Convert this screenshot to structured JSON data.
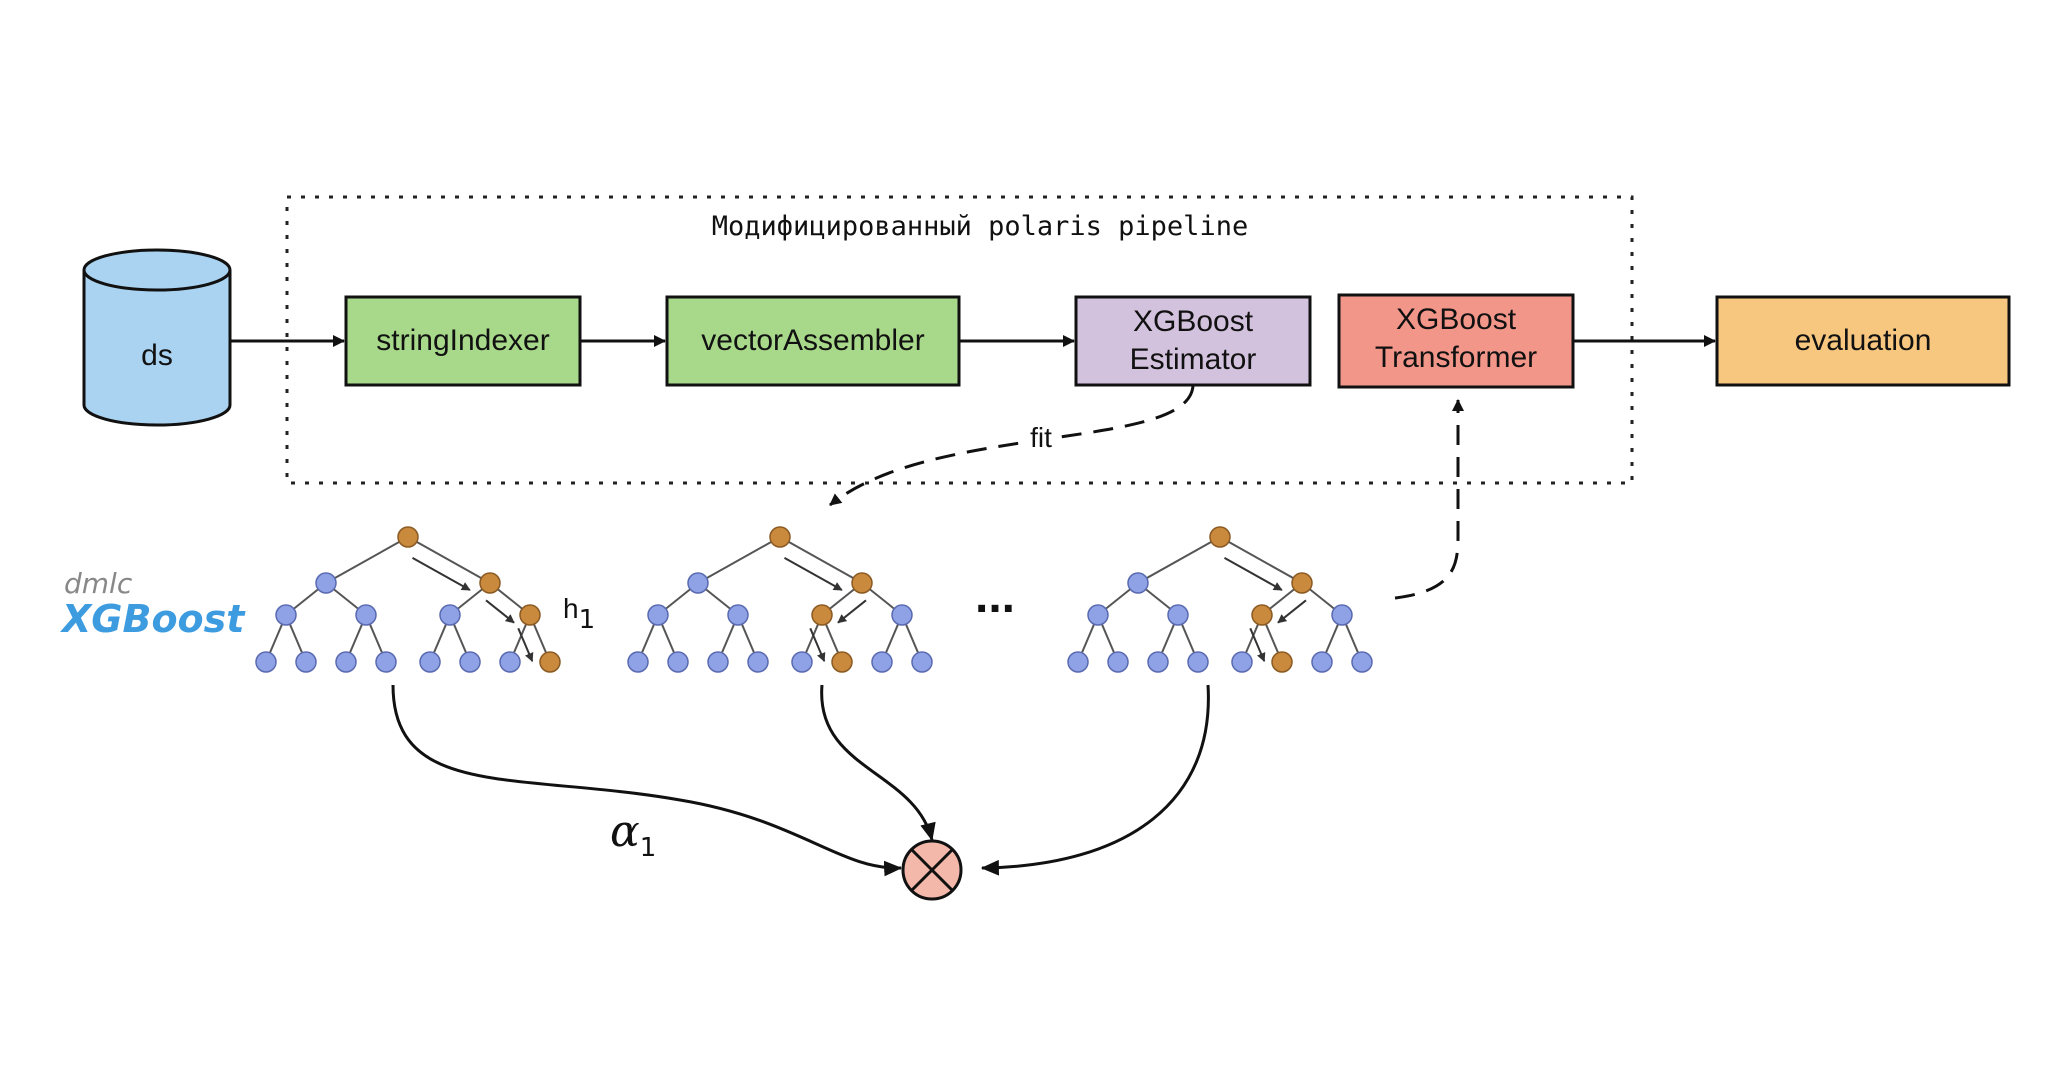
{
  "pipeline": {
    "title": "Модифицированный polaris pipeline"
  },
  "datasource": {
    "label": "ds",
    "color": "#a9d3f1"
  },
  "stages": [
    {
      "label": "stringIndexer",
      "color": "#a8d98a"
    },
    {
      "label": "vectorAssembler",
      "color": "#a8d98a"
    },
    {
      "label_line1": "XGBoost",
      "label_line2": "Estimator",
      "color": "#d3c2dd"
    },
    {
      "label_line1": "XGBoost",
      "label_line2": "Transformer",
      "color": "#f3968a"
    },
    {
      "label": "evaluation",
      "color": "#f7c780"
    }
  ],
  "edges": {
    "fit_label": "fit"
  },
  "xgboost_logo": {
    "top": "dmlc",
    "name": "XGBoost",
    "color": "#3d9be0"
  },
  "ensemble": {
    "tree_label": "h",
    "tree_label_sub": "1",
    "ellipsis": "...",
    "weight_label": "α",
    "weight_label_sub": "1",
    "combine_symbol_icon": "circled-times-icon",
    "combine_color": "#f4b8aa",
    "node_color": "#8fa2e6",
    "path_node_color": "#c98a3e"
  }
}
